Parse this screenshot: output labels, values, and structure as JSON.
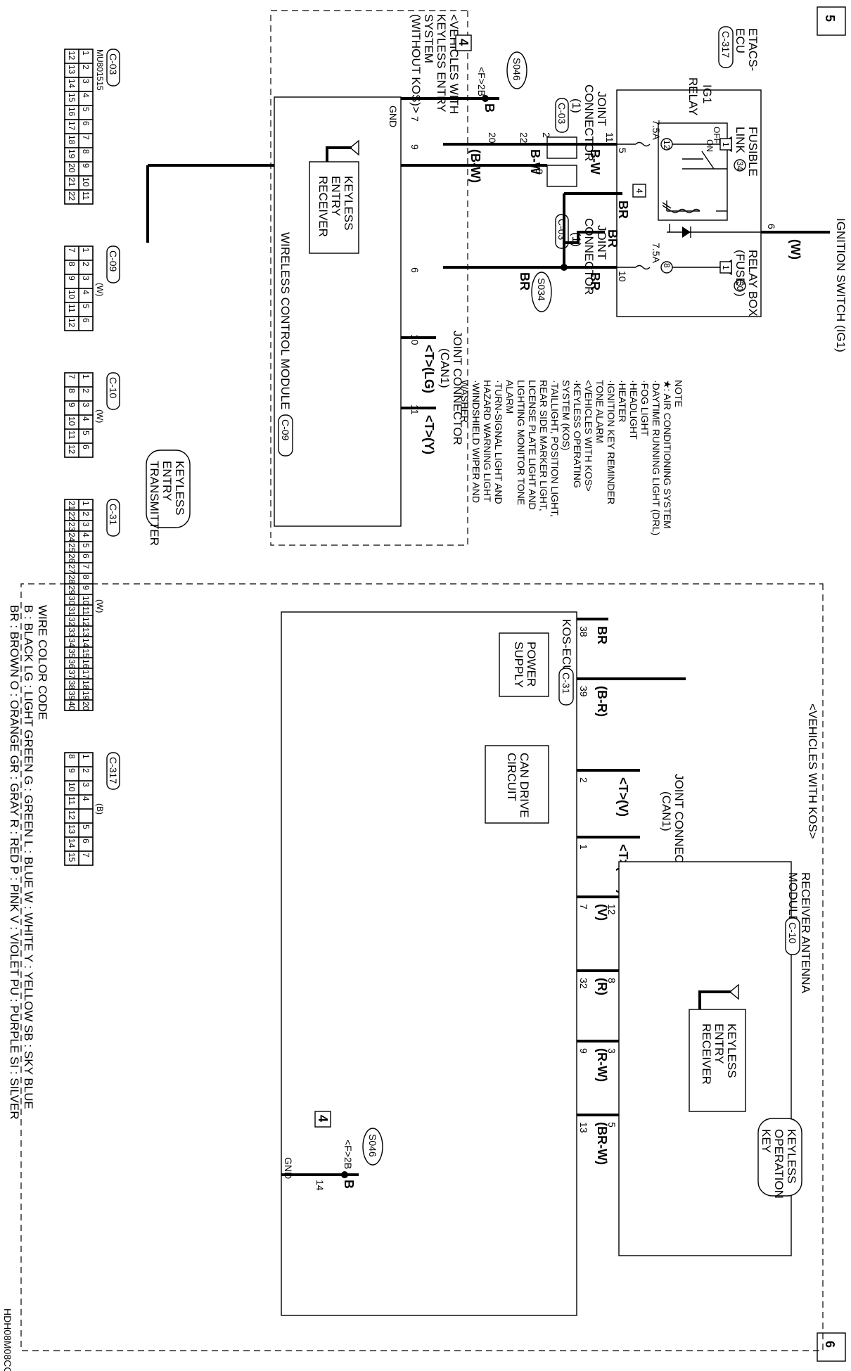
{
  "page": {
    "page_left": "5",
    "page_right": "6",
    "diagram_code": "HDH08M08CC"
  },
  "components": {
    "ignition_switch": "IGNITION SWITCH (IG1)",
    "etacs_ecu": [
      "ETACS-",
      "ECU",
      "C-317"
    ],
    "ig1_relay": [
      "IG1",
      "RELAY"
    ],
    "fusible_link": [
      "FUSIBLE",
      "LINK",
      "34"
    ],
    "relay_box": [
      "RELAY BOX",
      "(FUSE",
      "30",
      ")"
    ],
    "joint_connector_1a": [
      "JOINT",
      "CONNECTOR",
      "(1)",
      "C-03"
    ],
    "joint_connector_1b": [
      "JOINT",
      "CONNECTOR",
      "(1)",
      "C-03"
    ],
    "joint_connector_can1_top": [
      "JOINT CONNECTOR",
      "(CAN1)"
    ],
    "joint_connector_can1_bottom": [
      "JOINT CONNECTOR",
      "(CAN1)"
    ],
    "wireless_control_module": [
      "WIRELESS CONTROL MODULE",
      "C-09"
    ],
    "keyless_entry_receiver_top": [
      "KEYLESS",
      "ENTRY",
      "RECEIVER"
    ],
    "keyless_entry_transmitter": [
      "KEYLESS",
      "ENTRY",
      "TRANSMITTER"
    ],
    "kos_ecu": [
      "KOS-ECU",
      "C-31"
    ],
    "power_supply": [
      "POWER",
      "SUPPLY"
    ],
    "can_drive_circuit": [
      "CAN DRIVE",
      "CIRCUIT"
    ],
    "receiver_antenna_module": [
      "RECEIVER ANTENNA",
      "MODULE",
      "C-10"
    ],
    "keyless_entry_receiver_bottom": [
      "KEYLESS",
      "ENTRY",
      "RECEIVER"
    ],
    "keyless_operation_key": [
      "KEYLESS",
      "OPERATION",
      "KEY"
    ]
  },
  "sections": {
    "without_kos": [
      "<VEHICLES WITH",
      "KEYLESS ENTRY",
      "SYSTEM",
      "(WITHOUT KOS)>"
    ],
    "with_kos": "<VEHICLES WITH KOS>"
  },
  "relay_states": {
    "off": "OFF",
    "on": "ON"
  },
  "fuses": {
    "f12": {
      "num": "12",
      "amp": "7.5A"
    },
    "f8": {
      "num": "8",
      "amp": "7.5A"
    }
  },
  "refs": {
    "r1": "1",
    "r4": "4"
  },
  "splices": {
    "s034": "S034",
    "s046a": "S046",
    "s046b": "S046"
  },
  "grounds": {
    "g1": {
      "conn": "<F>2B",
      "page": "4"
    },
    "g2": {
      "conn": "<F>2B",
      "page": "4"
    }
  },
  "wires": {
    "w_ign": "(W)",
    "bw_a": "B-W",
    "bw_b": "B-W",
    "bw_paren": "(B-W)",
    "br_a": "BR",
    "br_b": "BR",
    "br_c": "BR",
    "br_d": "BR",
    "br_kos": "BR",
    "br_kos39": "(B-R)",
    "tlg": "<T>(LG)",
    "ty": "<T>(Y)",
    "tv": "<T>(V)",
    "tgr": "<T>(GR)",
    "v": "(V)",
    "r": "(R)",
    "rw": "(R-W)",
    "brw": "(BR-W)",
    "b1": "B",
    "b2": "B"
  },
  "pins": {
    "p6": "6",
    "p5": "5",
    "p11": "11",
    "p10": "10",
    "p8": "8",
    "p2": "2",
    "p22": "22",
    "p20": "20",
    "w7": "7",
    "w9": "9",
    "w6": "6",
    "w10": "10",
    "w11": "11",
    "k38": "38",
    "k39": "39",
    "k2": "2",
    "k1": "1",
    "k7": "7",
    "k32": "32",
    "k9": "9",
    "k13": "13",
    "k14": "14",
    "a12": "12",
    "a8": "8",
    "a3": "3",
    "a5": "5",
    "gnd": "GND"
  },
  "note": {
    "title": "NOTE",
    "items": [
      "★: AIR CONDITIONING SYSTEM",
      "  ·DAYTIME RUNNING LIGHT (DRL)",
      "  ·FOG LIGHT",
      "  ·HEADLIGHT",
      "  ·HEATER",
      "  ·IGNITION KEY REMINDER",
      "   TONE ALARM",
      "  <VEHICLES WITH KOS>",
      "  ·KEYLESS OPERATING",
      "   SYSTEM (KOS)",
      "  ·TAILLIGHT, POSITION LIGHT,",
      "   REAR SIDE MARKER LIGHT,",
      "   LICENSE PLATE LIGHT AND",
      "   LIGHTING MONITOR TONE",
      "   ALARM",
      "  ·TURN-SIGNAL LIGHT AND",
      "   HAZARD WARNING LIGHT",
      "  ·WINDSHIELD WIPER AND",
      "   WASHER"
    ]
  },
  "wire_color_code": {
    "title": "WIRE COLOR CODE",
    "row1": "B : BLACK   LG : LIGHT GREEN   G : GREEN   L : BLUE   W : WHITE   Y : YELLOW   SB : SKY BLUE",
    "row2": "BR : BROWN   O : ORANGE   GR : GRAY   R : RED   P : PINK   V : VIOLET   PU : PURPLE   SI : SILVER"
  },
  "connector_views": [
    {
      "name": "C-03",
      "part": "MU801515",
      "color": "",
      "rows": [
        [
          "1",
          "2",
          "3",
          "4",
          "5",
          "6",
          "7",
          "8",
          "9",
          "10",
          "11"
        ],
        [
          "12",
          "13",
          "14",
          "15",
          "16",
          "17",
          "18",
          "19",
          "20",
          "21",
          "22"
        ]
      ]
    },
    {
      "name": "C-09",
      "color": "(W)",
      "rows": [
        [
          "1",
          "2",
          "3",
          "4",
          "5",
          "6"
        ],
        [
          "7",
          "8",
          "9",
          "10",
          "11",
          "12"
        ]
      ]
    },
    {
      "name": "C-10",
      "color": "(W)",
      "rows": [
        [
          "1",
          "2",
          "3",
          "4",
          "5",
          "6"
        ],
        [
          "7",
          "8",
          "9",
          "10",
          "11",
          "12"
        ]
      ]
    },
    {
      "name": "C-31",
      "color": "(W)",
      "rows": [
        [
          "1",
          "2",
          "3",
          "4",
          "5",
          "6",
          "7",
          "8",
          "9",
          "10",
          "11",
          "12",
          "13",
          "14",
          "15",
          "16",
          "17",
          "18",
          "19",
          "20"
        ],
        [
          "21",
          "22",
          "23",
          "24",
          "25",
          "26",
          "27",
          "28",
          "29",
          "30",
          "31",
          "32",
          "33",
          "34",
          "35",
          "36",
          "37",
          "38",
          "39",
          "40"
        ]
      ]
    },
    {
      "name": "C-317",
      "color": "(B)",
      "rows": [
        [
          "1",
          "2",
          "3",
          "4",
          "",
          "5",
          "6",
          "7"
        ],
        [
          "8",
          "9",
          "10",
          "11",
          "12",
          "13",
          "14",
          "15"
        ]
      ]
    }
  ]
}
